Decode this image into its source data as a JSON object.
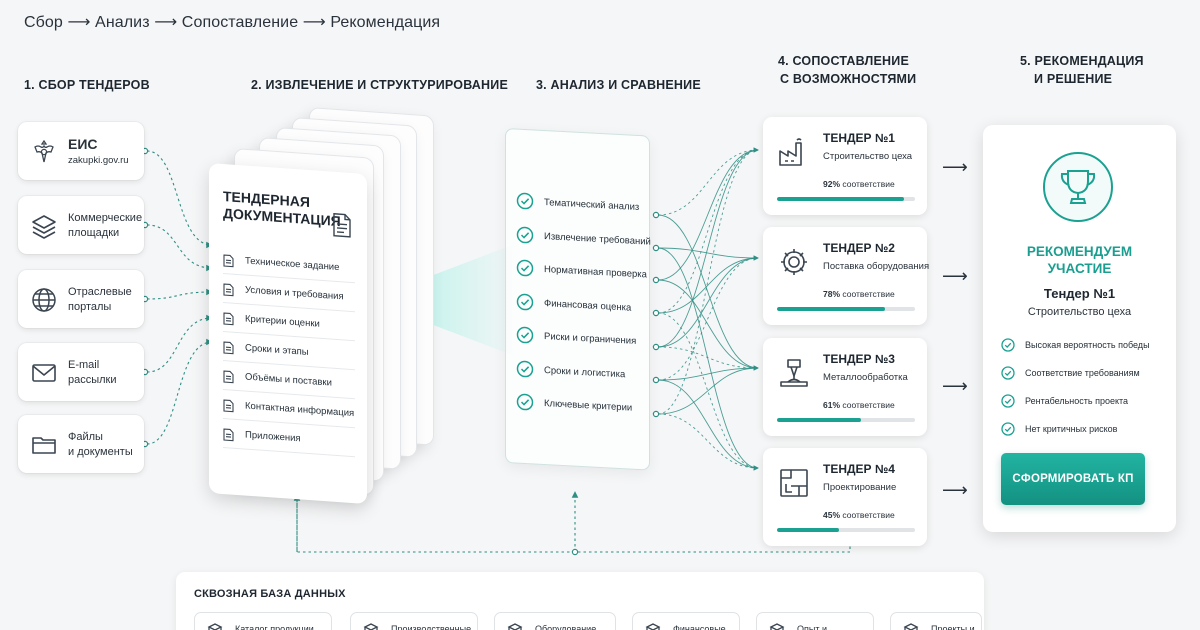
{
  "breadcrumb": {
    "text": "Сбор ⟶ Анализ ⟶ Сопоставление ⟶ Рекомендация"
  },
  "stages": {
    "s1": "1. СБОР ТЕНДЕРОВ",
    "s2": "2. ИЗВЛЕЧЕНИЕ И СТРУКТУРИРОВАНИЕ",
    "s3": "3. АНАЛИЗ И СРАВНЕНИЕ",
    "s4_line1": "4. СОПОСТАВЛЕНИЕ",
    "s4_line2": "С ВОЗМОЖНОСТЯМИ",
    "s5_line1": "5. РЕКОМЕНДАЦИЯ",
    "s5_line2": "И РЕШЕНИЕ"
  },
  "sources": [
    {
      "line1": "ЕИС",
      "line2": "zakupki.gov.ru",
      "icon": "emblem-icon"
    },
    {
      "line1": "Коммерческие",
      "line2": "площадки",
      "icon": "layers-icon"
    },
    {
      "line1": "Отраслевые",
      "line2": "порталы",
      "icon": "globe-icon"
    },
    {
      "line1": "E-mail",
      "line2": "рассылки",
      "icon": "mail-icon"
    },
    {
      "line1": "Файлы",
      "line2": "и документы",
      "icon": "folder-icon"
    }
  ],
  "document": {
    "title_line1": "ТЕНДЕРНАЯ",
    "title_line2": "ДОКУМЕНТАЦИЯ",
    "items": [
      "Техническое задание",
      "Условия и требования",
      "Критерии оценки",
      "Сроки и этапы",
      "Объёмы и поставки",
      "Контактная информация",
      "Приложения"
    ]
  },
  "analysis": {
    "items": [
      "Тематический анализ",
      "Извлечение требований",
      "Нормативная проверка",
      "Финансовая оценка",
      "Риски и ограничения",
      "Сроки и логистика",
      "Ключевые критерии"
    ]
  },
  "tenders": [
    {
      "name": "ТЕНДЕР №1",
      "subtitle": "Строительство цеха",
      "match_value": "92%",
      "match_text": "соответствие",
      "fraction": 0.92,
      "icon": "factory-icon"
    },
    {
      "name": "ТЕНДЕР №2",
      "subtitle": "Поставка оборудования",
      "match_value": "78%",
      "match_text": "соответствие",
      "fraction": 0.78,
      "icon": "gear-icon"
    },
    {
      "name": "ТЕНДЕР №3",
      "subtitle": "Металлообработка",
      "match_value": "61%",
      "match_text": "соответствие",
      "fraction": 0.61,
      "icon": "drill-icon"
    },
    {
      "name": "ТЕНДЕР №4",
      "subtitle": "Проектирование",
      "match_value": "45%",
      "match_text": "соответствие",
      "fraction": 0.45,
      "icon": "blueprint-icon"
    }
  ],
  "recommendation": {
    "heading_line1": "РЕКОМЕНДУЕМ",
    "heading_line2": "УЧАСТИЕ",
    "tender": "Тендер №1",
    "subtitle": "Строительство цеха",
    "benefits": [
      "Высокая вероятность победы",
      "Соответствие требованиям",
      "Рентабельность проекта",
      "Нет критичных рисков"
    ],
    "cta": "СФОРМИРОВАТЬ КП"
  },
  "database": {
    "title": "СКВОЗНАЯ БАЗА ДАННЫХ",
    "chips": [
      {
        "label": "Каталог продукции",
        "icon": "box-icon"
      },
      {
        "label": "Производственные",
        "icon": "production-icon"
      },
      {
        "label": "Оборудование",
        "icon": "gear-icon"
      },
      {
        "label": "Финансовые",
        "icon": "finance-icon"
      },
      {
        "label": "Опыт и",
        "icon": "experience-icon"
      },
      {
        "label": "Проекты и",
        "icon": "folder-icon"
      }
    ]
  },
  "colors": {
    "accent": "#1aa191",
    "accent_dark": "#139181",
    "text": "#1e2730",
    "track": "#e1e4e7"
  }
}
